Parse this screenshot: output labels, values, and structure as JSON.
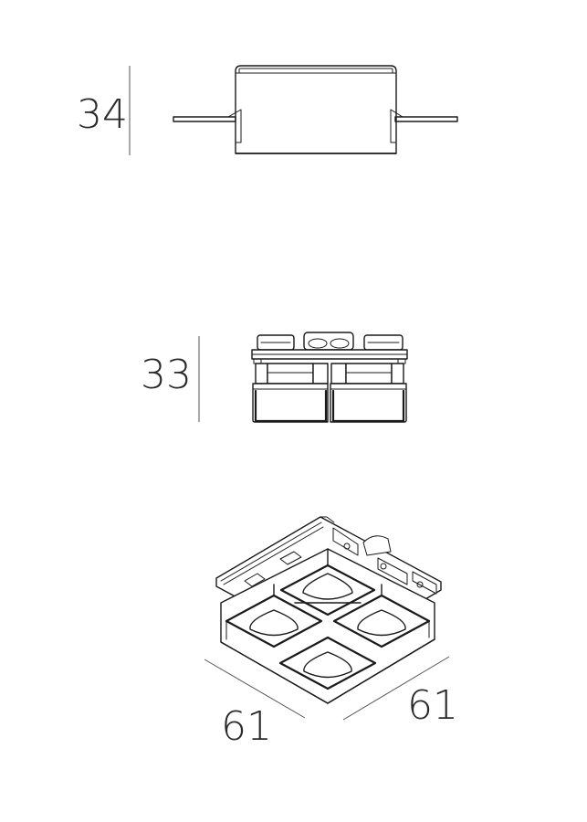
{
  "dimensions": {
    "side_height": "34",
    "front_height": "33",
    "width_left": "61",
    "width_right": "61"
  },
  "colors": {
    "line": "#1a1a1a",
    "text": "#2a2a2a",
    "background": "#ffffff"
  }
}
